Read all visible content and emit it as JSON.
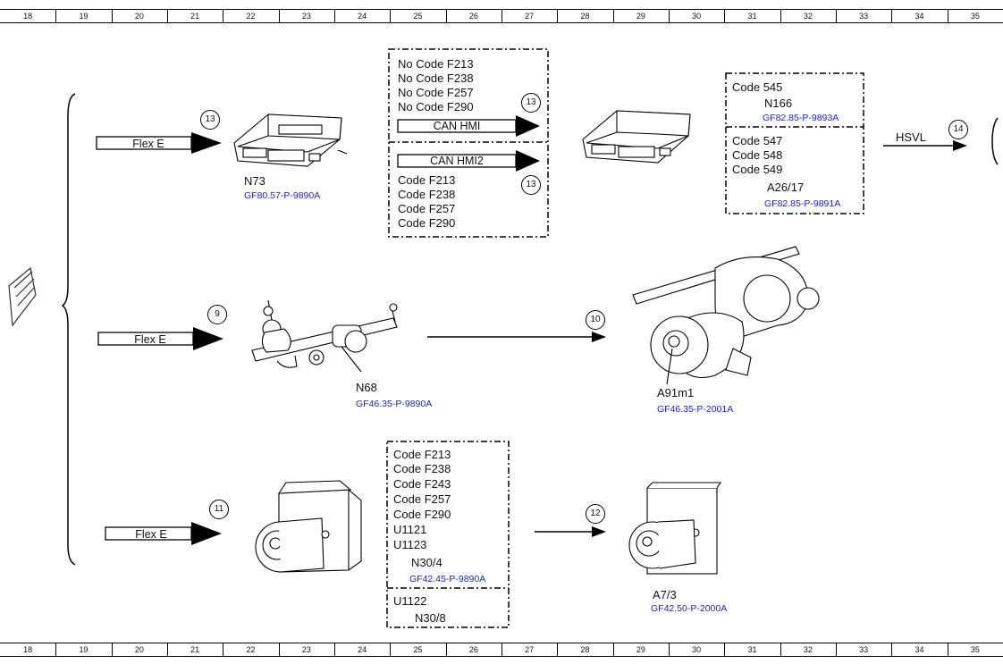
{
  "ruler": {
    "columns": [
      "18",
      "19",
      "20",
      "21",
      "22",
      "23",
      "24",
      "25",
      "26",
      "27",
      "28",
      "29",
      "30",
      "31",
      "32",
      "33",
      "34",
      "35"
    ]
  },
  "row1": {
    "input_label": "Flex E",
    "input_marker": "13",
    "module_name": "N73",
    "module_ref": "GF80.57-P-9890A",
    "box_top_lines": [
      "No Code F213",
      "No Code F238",
      "No Code F257",
      "No Code F290"
    ],
    "arrow_top_label": "CAN HMI",
    "arrow_top_marker": "13",
    "arrow_bottom_label": "CAN HMI2",
    "arrow_bottom_marker": "13",
    "box_bottom_lines": [
      "Code F213",
      "Code F238",
      "Code F257",
      "Code F290"
    ],
    "right_box_top_code": "Code 545",
    "right_box_top_module": "N166",
    "right_box_top_ref": "GF82.85-P-9893A",
    "right_box_bottom_codes": [
      "Code 547",
      "Code 548",
      "Code 549"
    ],
    "right_box_bottom_module": "A26/17",
    "right_box_bottom_ref": "GF82.85-P-9891A",
    "out_label": "HSVL",
    "out_marker": "14"
  },
  "row2": {
    "input_label": "Flex E",
    "input_marker": "9",
    "module_name": "N68",
    "module_ref": "GF46.35-P-9890A",
    "link_marker": "10",
    "target_name": "A91m1",
    "target_ref": "GF46.35-P-2001A"
  },
  "row3": {
    "input_label": "Flex E",
    "input_marker": "11",
    "box_top_lines": [
      "Code F213",
      "Code F238",
      "Code F243",
      "Code F257",
      "Code F290",
      "U1121",
      "U1123"
    ],
    "box_top_module": "N30/4",
    "box_top_ref": "GF42.45-P-9890A",
    "box_bottom_code": "U1122",
    "box_bottom_module": "N30/8",
    "link_marker": "12",
    "target_name": "A7/3",
    "target_ref": "GF42.50-P-2000A"
  }
}
